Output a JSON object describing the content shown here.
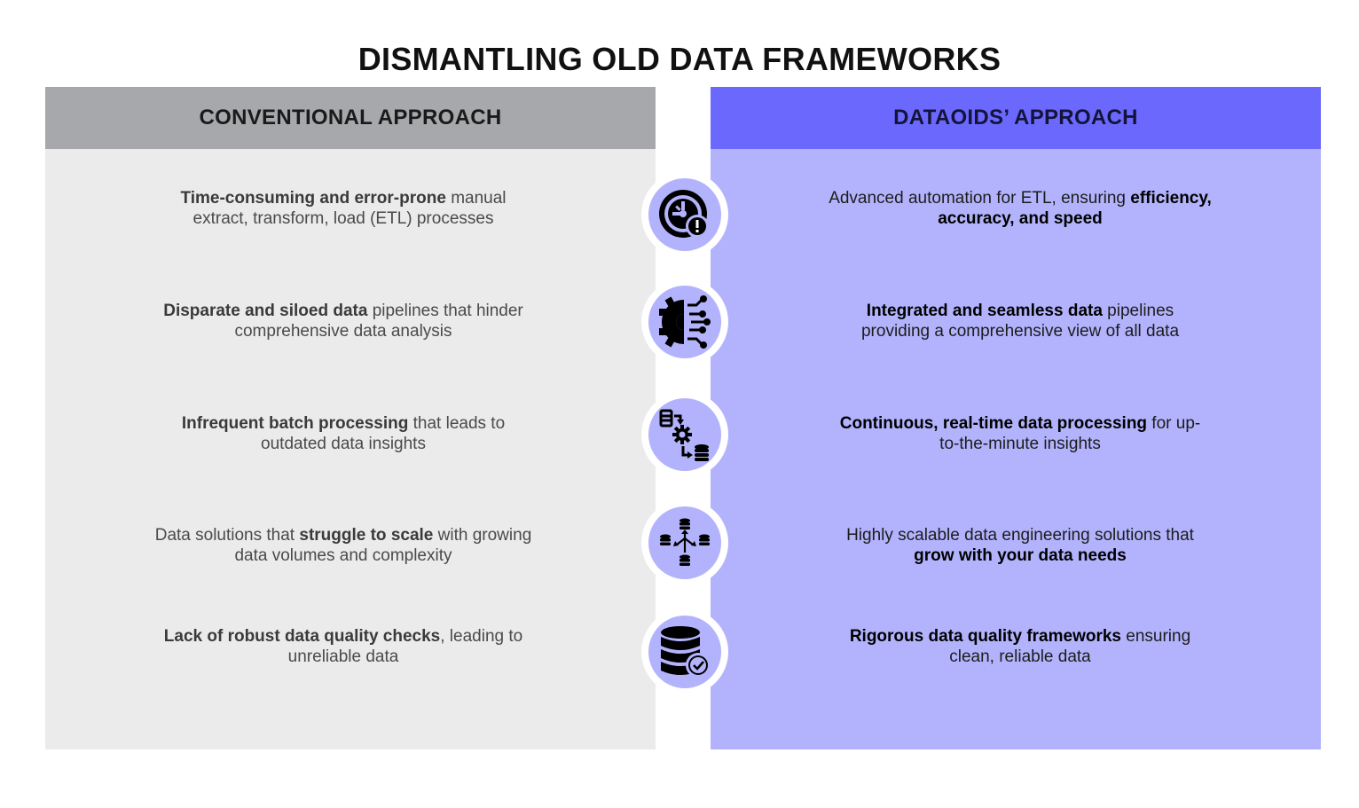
{
  "title": "DISMANTLING OLD DATA FRAMEWORKS",
  "columns": {
    "conventional": "CONVENTIONAL APPROACH",
    "dataoids": "DATAOIDS’ APPROACH"
  },
  "colors": {
    "left_header": "#a6a8ab",
    "left_body": "#ebebeb",
    "right_header": "#6b69fd",
    "right_body": "#b3b3fd"
  },
  "rows": [
    {
      "icon": "gear-alert-icon",
      "left": {
        "pre": "",
        "bold": "Time-consuming and error-prone",
        "post": " manual",
        "line2": "extract, transform, load (ETL) processes"
      },
      "right": {
        "pre": "Advanced automation for ETL, ensuring ",
        "bold": "efficiency,",
        "post": "",
        "line2": "accuracy, and speed"
      }
    },
    {
      "icon": "gear-circuit-icon",
      "left": {
        "pre": "",
        "bold": "Disparate and siloed data",
        "post": " pipelines that hinder",
        "line2": "comprehensive data analysis"
      },
      "right": {
        "pre": "",
        "bold": "Integrated and seamless data",
        "post": " pipelines",
        "line2": "providing a comprehensive view of all data"
      }
    },
    {
      "icon": "batch-processing-icon",
      "left": {
        "pre": "",
        "bold": "Infrequent batch processing",
        "post": " that leads to",
        "line2": "outdated data insights"
      },
      "right": {
        "pre": "",
        "bold": "Continuous, real-time data processing",
        "post": " for up-",
        "line2": "to-the-minute insights"
      }
    },
    {
      "icon": "distributed-database-icon",
      "left": {
        "pre": "Data solutions that ",
        "bold": "struggle to scale",
        "post": " with growing",
        "line2": "data volumes and complexity"
      },
      "right": {
        "pre": "Highly scalable data engineering solutions that",
        "bold": "",
        "post": "",
        "line2": "grow with your data needs"
      }
    },
    {
      "icon": "database-check-icon",
      "left": {
        "pre": "",
        "bold": "Lack of robust data quality checks",
        "post": ", leading to",
        "line2": "unreliable data"
      },
      "right": {
        "pre": "",
        "bold": "Rigorous data quality frameworks",
        "post": " ensuring",
        "line2": "clean, reliable data"
      }
    }
  ]
}
